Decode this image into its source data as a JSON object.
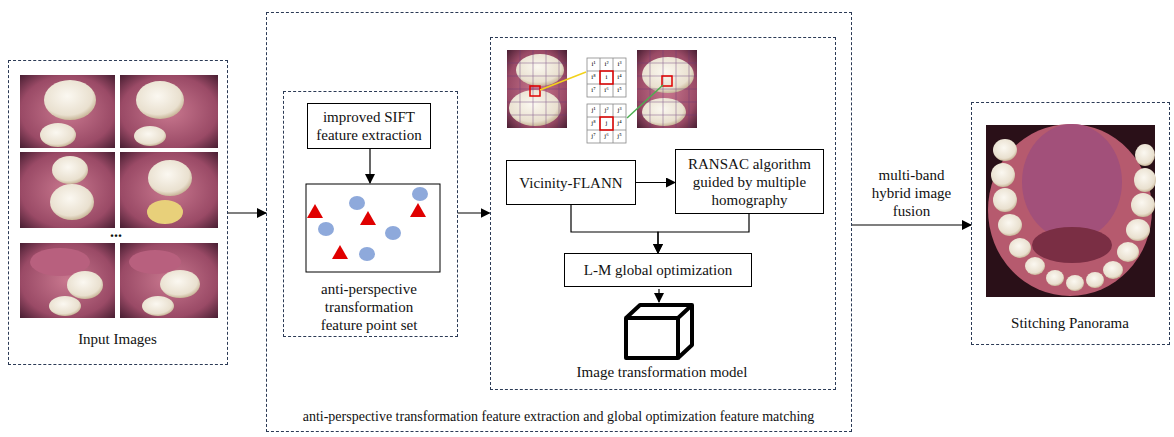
{
  "diagram": {
    "caption": "anti-perspective transformation feature extraction and global optimization feature matching",
    "nodes": [
      {
        "text": [
          "Input Images"
        ]
      },
      {
        "text": [
          "anti-perspective transformation feature extraction and global optimization feature matching"
        ]
      },
      {
        "text": [
          "anti-perspective transformation feature point set"
        ],
        "in": 1
      },
      {
        "text": [
          "improved SIFT feature extraction"
        ],
        "in": 2
      },
      {
        "text": [
          "Image transformation model"
        ],
        "in": 1
      },
      {
        "text": [
          "Vicinity-FLANN"
        ],
        "in": 4
      },
      {
        "text": [
          "RANSAC algorithm guided by multiple homography"
        ],
        "in": 4
      },
      {
        "text": [
          "L-M global optimization"
        ],
        "in": 4
      },
      {
        "text": [
          "Stitching Panorama"
        ]
      }
    ],
    "edges": [
      {
        "from": 0,
        "to": 1,
        "arrow": "to"
      },
      {
        "from": 2,
        "to": 4,
        "arrow": "to"
      },
      {
        "from": 5,
        "to": 6,
        "arrow": "to"
      },
      {
        "from": 5,
        "to": 7,
        "arrow": "to"
      },
      {
        "from": 6,
        "to": 7,
        "arrow": "to"
      },
      {
        "from": 1,
        "to": 8,
        "label": "multi-band hybrid image fusion",
        "arrow": "to"
      }
    ],
    "labels": [
      "...",
      "i¹",
      "i²",
      "i³",
      "i⁸",
      "i",
      "i⁴",
      "i⁷",
      "i⁶",
      "i⁵",
      "j¹",
      "j²",
      "j³",
      "j⁸",
      "j",
      "j⁴",
      "j⁷",
      "j⁶",
      "j⁵"
    ]
  }
}
